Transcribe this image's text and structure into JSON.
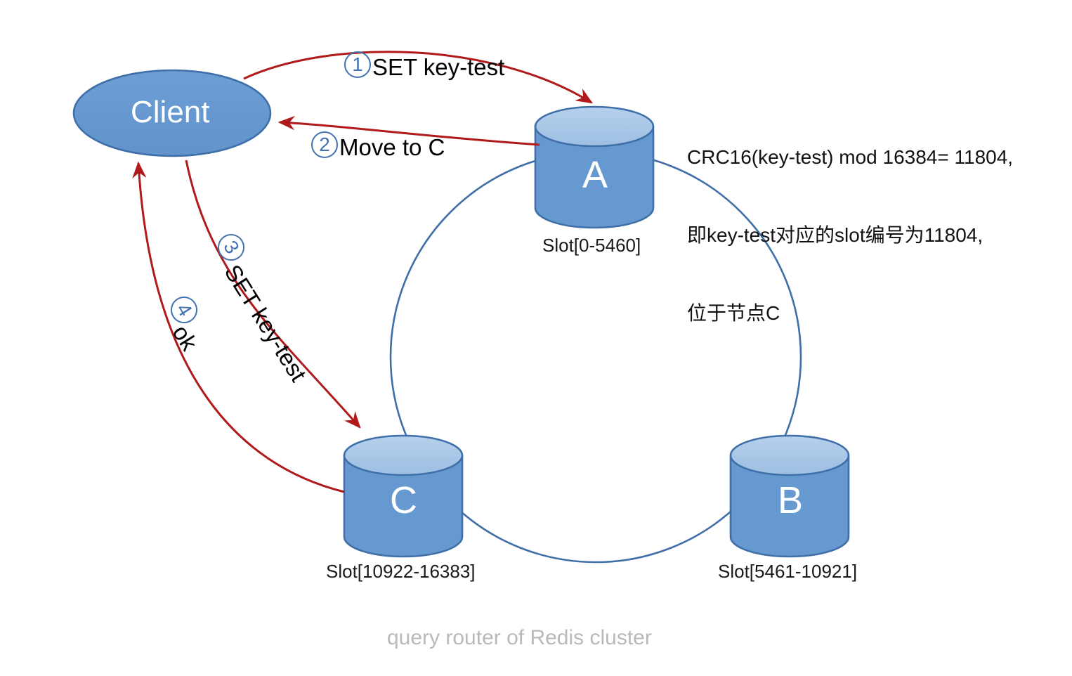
{
  "diagram": {
    "caption": "query router of Redis cluster",
    "colors": {
      "node_fill": "#6699d0",
      "node_top_fill": "#a8c7e8",
      "node_stroke": "#3f6fa8",
      "ring_stroke": "#3f6fa8",
      "arrow_red": "#b01a1a",
      "circle_number_blue": "#4272b0",
      "caption_gray": "#b9b9b9",
      "node_text": "#ffffff"
    }
  },
  "client": {
    "label": "Client"
  },
  "nodes": [
    {
      "letter": "A",
      "slot_label": "Slot[0-5460]"
    },
    {
      "letter": "B",
      "slot_label": "Slot[5461-10921]"
    },
    {
      "letter": "C",
      "slot_label": "Slot[10922-16383]"
    }
  ],
  "steps": [
    {
      "number": "1",
      "text": "SET key-test"
    },
    {
      "number": "2",
      "text": "Move to C"
    },
    {
      "number": "3",
      "text": "SET key-test"
    },
    {
      "number": "4",
      "text": "ok"
    }
  ],
  "annotation": {
    "line1": "CRC16(key-test) mod 16384= 11804,",
    "line2": "即key-test对应的slot编号为11804,",
    "line3": "位于节点C"
  }
}
